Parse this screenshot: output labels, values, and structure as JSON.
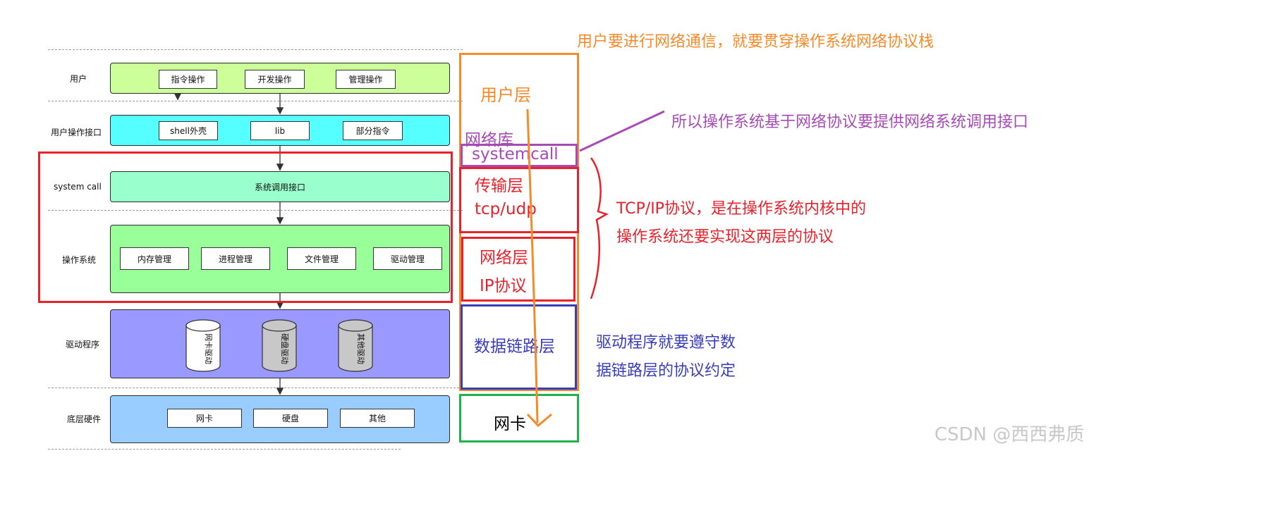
{
  "left_diagram": {
    "layers": {
      "user": "用户",
      "user_interface": "用户操作接口",
      "system_call": "system call",
      "os": "操作系统",
      "driver": "驱动程序",
      "hardware": "底层硬件"
    },
    "user_band": [
      "指令操作",
      "开发操作",
      "管理操作"
    ],
    "interface_band": [
      "shell外壳",
      "lib",
      "部分指令"
    ],
    "syscall_band": "系统调用接口",
    "os_band": [
      "内存管理",
      "进程管理",
      "文件管理",
      "驱动管理"
    ],
    "driver_band": [
      "网卡驱动",
      "硬盘驱动",
      "其他驱动"
    ],
    "hardware_band": [
      "网卡",
      "硬盘",
      "其他"
    ]
  },
  "stack": {
    "user_layer": "用户层",
    "netlib": "网络库",
    "systemcall": "systemcall",
    "transport_1": "传输层",
    "transport_2": "tcp/udp",
    "network_1": "网络层",
    "network_2": "IP协议",
    "datalink": "数据链路层",
    "nic": "网卡"
  },
  "annotations": {
    "top": "用户要进行网络通信，就要贯穿操作系统网络协议栈",
    "syscall_note": "所以操作系统基于网络协议要提供网络系统调用接口",
    "tcpip_1": "TCP/IP协议，是在操作系统内核中的",
    "tcpip_2": "操作系统还要实现这两层的协议",
    "driver_1": "驱动程序就要遵守数",
    "driver_2": "据链路层的协议约定"
  },
  "colors": {
    "orange": "#f58a2a",
    "purple": "#a64ab5",
    "red": "#e8212b",
    "blue": "#3a3db8",
    "green": "#22b14c"
  },
  "watermark": "CSDN @西西弗质"
}
